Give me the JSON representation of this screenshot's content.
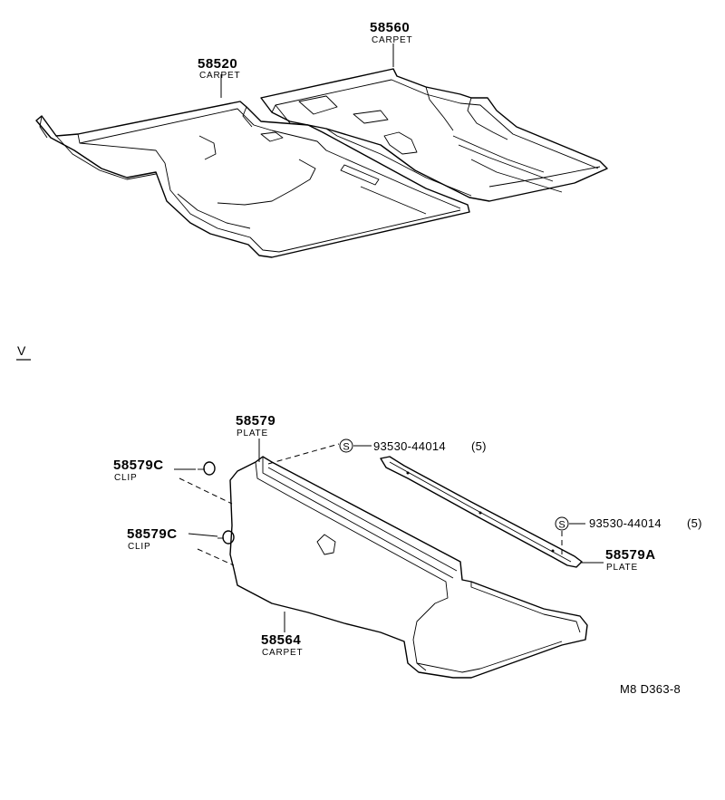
{
  "section_marker": "V",
  "drawing_code": "M8 D363-8",
  "callouts": [
    {
      "id": "c1",
      "number": "58520",
      "name": "CARPET"
    },
    {
      "id": "c2",
      "number": "58560",
      "name": "CARPET"
    },
    {
      "id": "c3",
      "number": "58579",
      "name": "PLATE"
    },
    {
      "id": "c4",
      "number": "58579C",
      "name": "CLIP"
    },
    {
      "id": "c5",
      "number": "58579C",
      "name": "CLIP"
    },
    {
      "id": "c6",
      "number": "58564",
      "name": "CARPET"
    },
    {
      "id": "c7",
      "number": "58579A",
      "name": "PLATE"
    }
  ],
  "screws": [
    {
      "symbol": "S",
      "part": "93530-44014",
      "qty": "(5)"
    },
    {
      "symbol": "S",
      "part": "93530-44014",
      "qty": "(5)"
    }
  ]
}
